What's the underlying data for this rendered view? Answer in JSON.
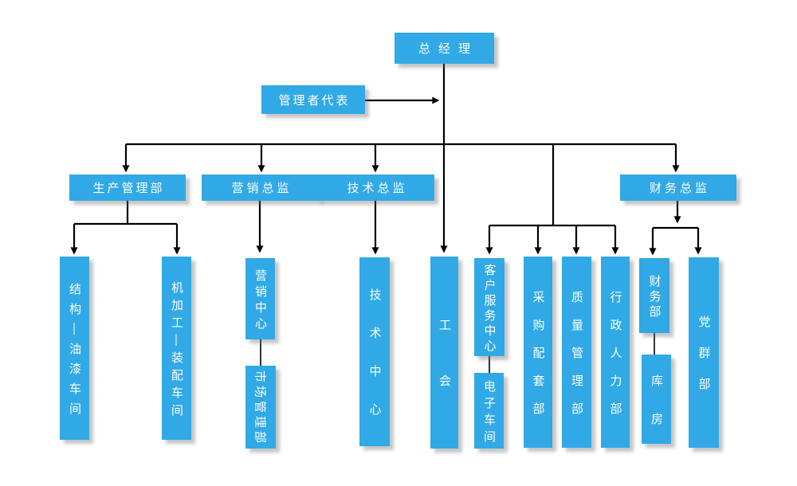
{
  "diagram": {
    "type": "org-chart",
    "nodes": {
      "general_manager": "总经理",
      "management_rep": "管理者代表",
      "production_mgmt": "生产管理部",
      "marketing_director": "营销总监",
      "tech_director": "技术总监",
      "finance_director": "财务总监",
      "structure_paint": "结构—油漆车间",
      "machining_assembly": "机加工—装配车间",
      "marketing_center": "营销中心",
      "market_mgmt": "市场管理部",
      "tech_center": "技术中心",
      "labor_union": "工会",
      "customer_service": "客户服务中心",
      "electronics_workshop": "电子车间",
      "procurement": "采购配套部",
      "quality_mgmt": "质量管理部",
      "admin_hr": "行政人力部",
      "finance_dept": "财务部",
      "warehouse": "库房",
      "party_mass": "党群部"
    },
    "colors": {
      "node_fill": "#30A9E6",
      "node_text": "#FFFFFF",
      "line": "#000000",
      "background": "#FFFFFF"
    }
  }
}
